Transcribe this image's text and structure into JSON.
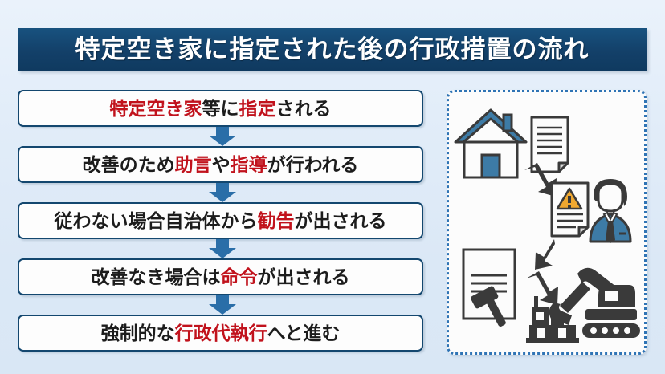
{
  "header": {
    "title": "特定空き家に指定された後の行政措置の流れ"
  },
  "flow": {
    "arrow_label": "down-arrow",
    "steps": [
      {
        "id": "step-designation",
        "segments": [
          {
            "text": "特定空き家",
            "highlight": true
          },
          {
            "text": "等に",
            "highlight": false
          },
          {
            "text": "指定",
            "highlight": true
          },
          {
            "text": "される",
            "highlight": false
          }
        ],
        "plain": "特定空き家等に指定される"
      },
      {
        "id": "step-advice-guidance",
        "segments": [
          {
            "text": "改善のため",
            "highlight": false
          },
          {
            "text": "助言",
            "highlight": true
          },
          {
            "text": "や",
            "highlight": false
          },
          {
            "text": "指導",
            "highlight": true
          },
          {
            "text": "が行われる",
            "highlight": false
          }
        ],
        "plain": "改善のため助言や指導が行われる"
      },
      {
        "id": "step-recommendation",
        "segments": [
          {
            "text": "従わない場合自治体から",
            "highlight": false
          },
          {
            "text": "勧告",
            "highlight": true
          },
          {
            "text": "が出される",
            "highlight": false
          }
        ],
        "plain": "従わない場合自治体から勧告が出される"
      },
      {
        "id": "step-order",
        "segments": [
          {
            "text": "改善なき場合は",
            "highlight": false
          },
          {
            "text": "命令",
            "highlight": true
          },
          {
            "text": "が出される",
            "highlight": false
          }
        ],
        "plain": "改善なき場合は命令が出される"
      },
      {
        "id": "step-administrative-execution",
        "segments": [
          {
            "text": "強制的な",
            "highlight": false
          },
          {
            "text": "行政代執行",
            "highlight": true
          },
          {
            "text": "へと進む",
            "highlight": false
          }
        ],
        "plain": "強制的な行政代執行へと進む"
      }
    ]
  },
  "illustration": {
    "panel_name": "process-illustration-panel",
    "icons": [
      {
        "name": "house-icon",
        "label": "house"
      },
      {
        "name": "document-icon",
        "label": "document"
      },
      {
        "name": "arrow-down-right-icon-1",
        "label": "arrow"
      },
      {
        "name": "warning-document-icon",
        "label": "warning notice"
      },
      {
        "name": "official-person-icon",
        "label": "government official"
      },
      {
        "name": "arrow-down-left-icon-2",
        "label": "arrow"
      },
      {
        "name": "gavel-document-icon",
        "label": "legal order document with gavel"
      },
      {
        "name": "arrow-down-right-icon-3",
        "label": "arrow"
      },
      {
        "name": "excavator-demolition-icon",
        "label": "excavator demolishing building"
      }
    ]
  },
  "colors": {
    "title_bar": "#134069",
    "box_border": "#13476f",
    "highlight_red": "#c1121c",
    "arrow_blue": "#2a6ea8",
    "panel_border": "#2f74b5",
    "icon_blue": "#3d7ba6",
    "icon_dark": "#3a3a3a",
    "warning_orange": "#f0a830",
    "background_top": "#eaf2fb",
    "background_bottom": "#d9e7f5"
  }
}
